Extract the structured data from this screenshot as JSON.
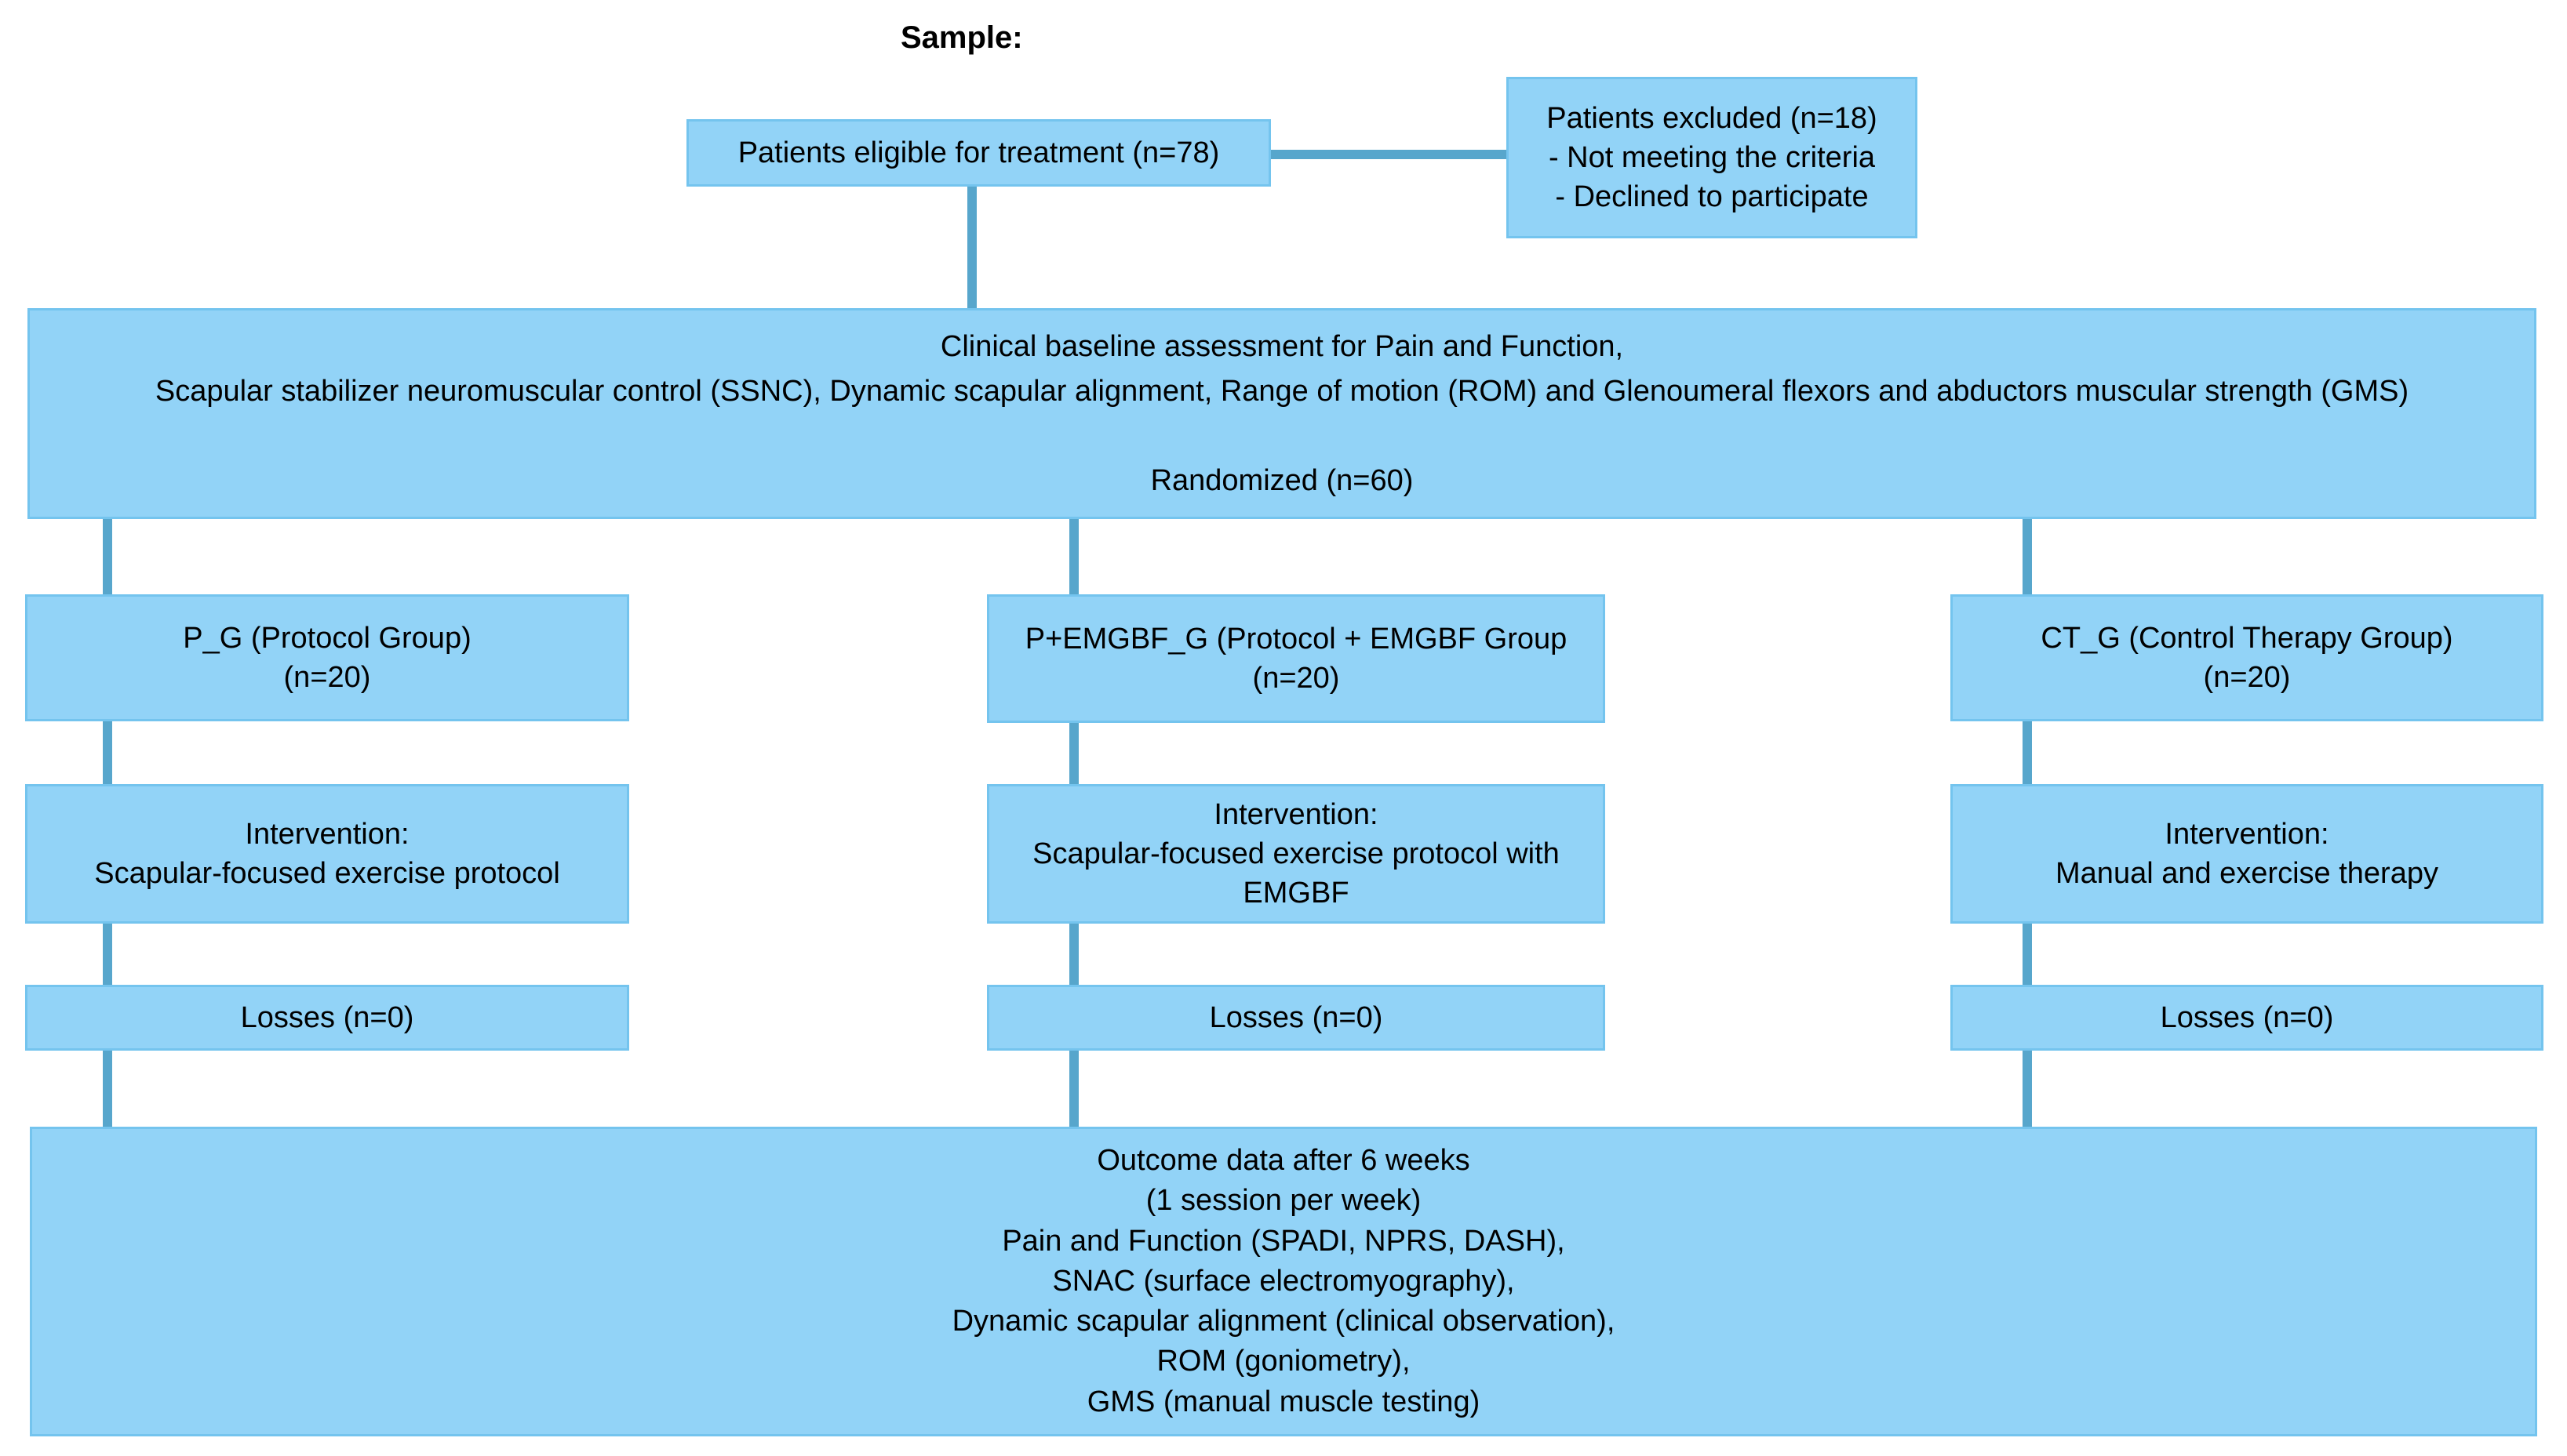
{
  "page": {
    "sample_label": "Sample:"
  },
  "colors": {
    "box_fill": "#92d3f7",
    "box_border": "#74c4ee",
    "connector": "#57a6cc",
    "text": "#000000",
    "background": "#ffffff"
  },
  "counts": {
    "eligible": 78,
    "excluded": 18,
    "randomized": 60,
    "per_group": 20,
    "losses_per_group": 0
  },
  "flowchart": {
    "eligible": "Patients eligible for treatment (n=78)",
    "excluded": "Patients excluded (n=18)\n- Not meeting the criteria\n- Declined to participate",
    "baseline": "Clinical baseline assessment for Pain and Function,\nScapular stabilizer neuromuscular control (SSNC), Dynamic scapular alignment, Range of motion (ROM) and Glenoumeral flexors and abductors muscular strength (GMS)\n\nRandomized (n=60)",
    "groups": {
      "protocol": "P_G (Protocol Group)\n(n=20)",
      "emgbf": "P+EMGBF_G (Protocol + EMGBF Group\n(n=20)",
      "control": "CT_G (Control Therapy Group)\n(n=20)"
    },
    "interventions": {
      "protocol": "Intervention:\nScapular-focused exercise protocol",
      "emgbf": "Intervention:\nScapular-focused exercise protocol with\nEMGBF",
      "control": "Intervention:\nManual and exercise therapy"
    },
    "losses": {
      "protocol": "Losses (n=0)",
      "emgbf": "Losses (n=0)",
      "control": "Losses (n=0)"
    },
    "outcome": "Outcome data after 6 weeks\n(1 session per week)\nPain and Function (SPADI, NPRS, DASH),\nSNAC (surface electromyography),\nDynamic scapular alignment (clinical observation),\nROM (goniometry),\nGMS (manual muscle testing)"
  }
}
